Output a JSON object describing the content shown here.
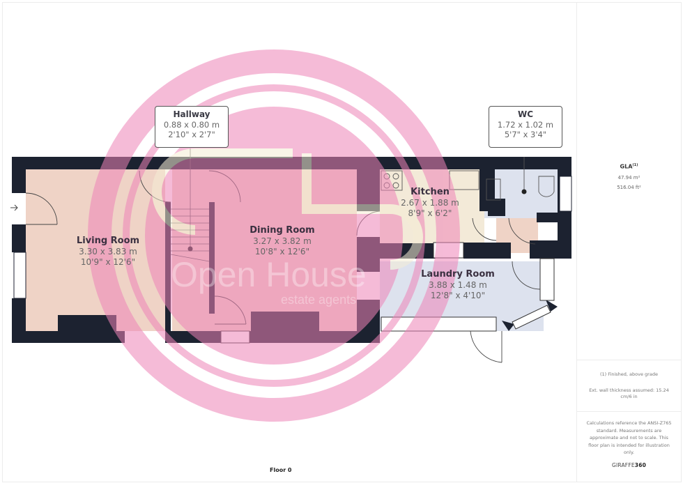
{
  "floor_label": "Floor 0",
  "callouts": {
    "hallway": {
      "name": "Hallway",
      "metric": "0.88 x 0.80 m",
      "imperial": "2'10\" x 2'7\""
    },
    "wc": {
      "name": "WC",
      "metric": "1.72 x 1.02 m",
      "imperial": "5'7\" x 3'4\""
    }
  },
  "rooms": {
    "living_room": {
      "name": "Living Room",
      "metric": "3.30 x 3.83 m",
      "imperial": "10'9\" x 12'6\""
    },
    "dining_room": {
      "name": "Dining Room",
      "metric": "3.27 x 3.82 m",
      "imperial": "10'8\" x 12'6\""
    },
    "kitchen": {
      "name": "Kitchen",
      "metric": "2.67 x 1.88 m",
      "imperial": "8'9\" x 6'2\""
    },
    "laundry_room": {
      "name": "Laundry Room",
      "metric": "3.88 x 1.48 m",
      "imperial": "12'8\" x 4'10\""
    }
  },
  "watermark": {
    "brand": "Open House",
    "tagline": "estate agents",
    "monogram": "OH"
  },
  "side_panel": {
    "gla_label": "GLA",
    "gla_footnote": "(1)",
    "area_m2": "47.94 m²",
    "area_ft2": "516.04 ft²",
    "note_finished": "(1) Finished, above grade",
    "note_wall": "Ext. wall thickness assumed: 15.24 cm/6 in",
    "disclaimer": "Calculations reference the ANSI-Z765 standard. Measurements are approximate and not to scale. This floor plan is intended for illustration only.",
    "brand_prefix": "GIRAFFE",
    "brand_suffix": "360"
  },
  "colors": {
    "wall": "#1c2230",
    "living": "#efd3c6",
    "kitchen": "#f3ead8",
    "wc": "#dde2ee",
    "laundry": "#dde2ee",
    "watermark_pink": "#f2a6cc"
  }
}
